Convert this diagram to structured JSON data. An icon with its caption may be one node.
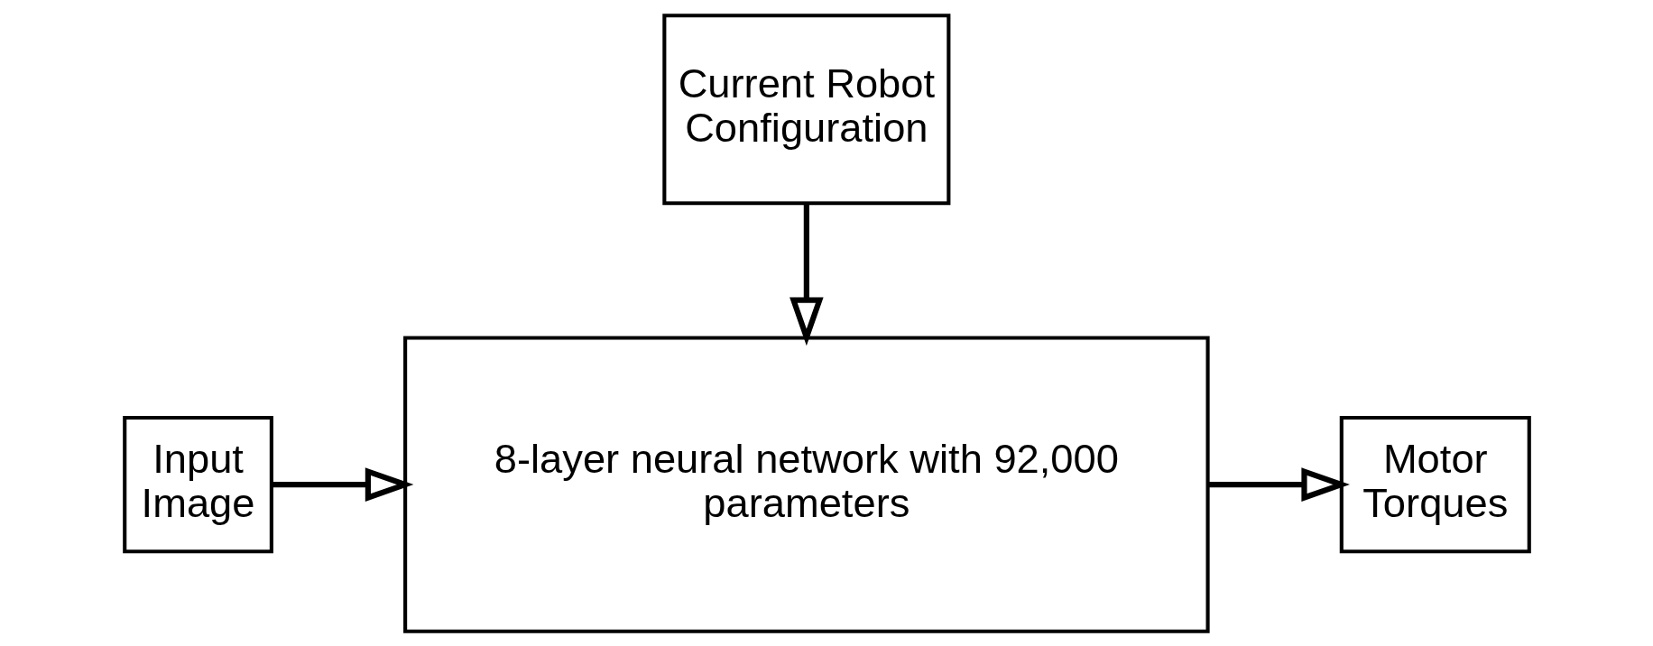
{
  "diagram": {
    "nodes": [
      {
        "text": [
          "Input Image"
        ]
      },
      {
        "text": [
          "8-layer neural network with 92,000 parameters"
        ]
      },
      {
        "text": [
          "Motor Torques"
        ]
      },
      {
        "text": [
          "Current Robot Configuration"
        ]
      }
    ],
    "edges": [
      {
        "from": 0,
        "to": 1,
        "arrow": "to"
      },
      {
        "from": 1,
        "to": 2,
        "arrow": "to"
      },
      {
        "from": 3,
        "to": 1,
        "arrow": "to"
      }
    ]
  }
}
